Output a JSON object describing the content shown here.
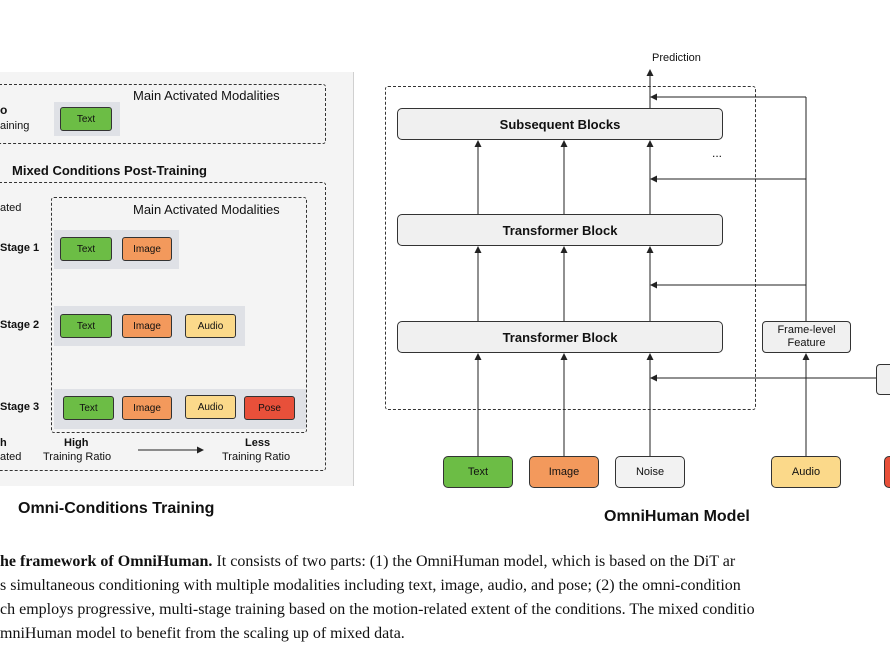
{
  "left": {
    "stage0_title_fragment": "o",
    "stage0_sub_fragment": "aining",
    "main_activated_top": "Main Activated Modalities",
    "post_training_title": "Mixed Conditions Post-Training",
    "related_fragment": "ated",
    "main_activated_inner": "Main Activated Modalities",
    "stage1": "Stage 1",
    "stage2": "Stage 2",
    "stage3": "Stage 3",
    "bottom_left_fragment_1": "h",
    "bottom_left_fragment_2": "ated",
    "high": "High",
    "high_sub": "Training Ratio",
    "less": "Less",
    "less_sub": "Training Ratio",
    "panel_title": "Omni-Conditions Training",
    "chips": {
      "text": "Text",
      "image": "Image",
      "audio": "Audio",
      "pose": "Pose"
    }
  },
  "right": {
    "prediction": "Prediction",
    "subsequent": "Subsequent Blocks",
    "transformer1": "Transformer Block",
    "transformer2": "Transformer Block",
    "ellipsis": "...",
    "frame_level": "Frame-level",
    "feature": "Feature",
    "inputs": {
      "text": "Text",
      "image": "Image",
      "noise": "Noise",
      "audio": "Audio"
    },
    "panel_title": "OmniHuman Model"
  },
  "colors": {
    "text": "#6cbd45",
    "image": "#f3995c",
    "audio": "#fbd98a",
    "pose": "#e8503a",
    "noise": "#f2f2f2"
  },
  "caption": {
    "bold": "he framework of OmniHuman.",
    "line1_rest": " It consists of two parts: (1) the OmniHuman model, which is based on the DiT ar",
    "line2": "s simultaneous conditioning with multiple modalities including text, image, audio, and pose; (2) the omni-condition",
    "line3": "ch employs progressive, multi-stage training based on the motion-related extent of the conditions. The mixed conditio",
    "line4": "mniHuman model to benefit from the scaling up of mixed data."
  }
}
